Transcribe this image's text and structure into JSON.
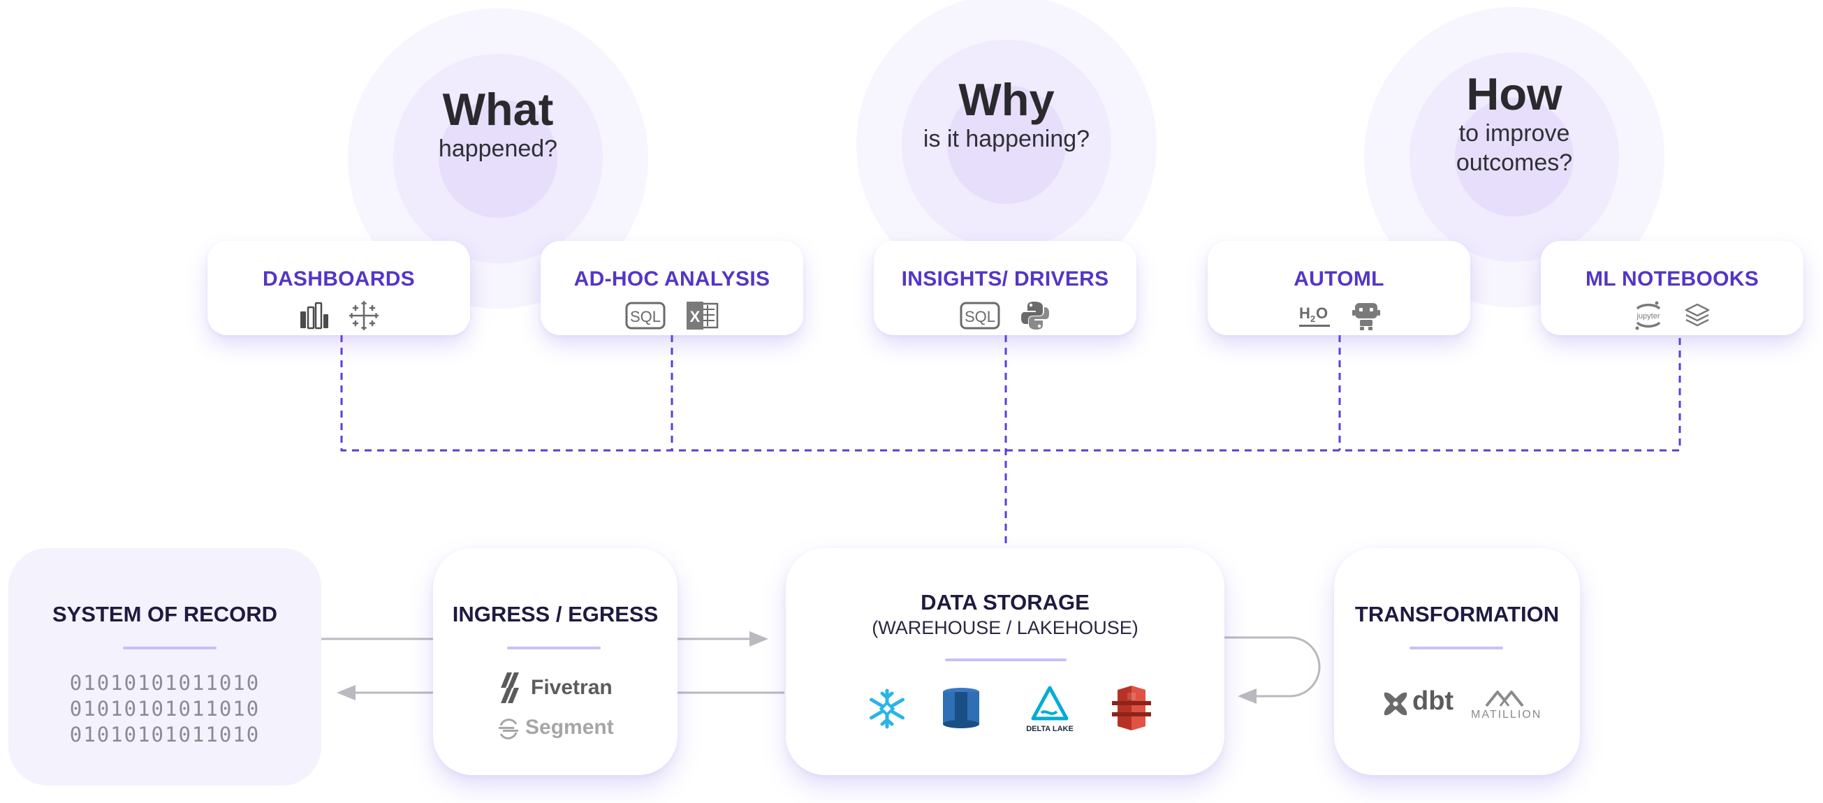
{
  "questions": [
    {
      "title": "What",
      "subtitle": "happened?"
    },
    {
      "title": "Why",
      "subtitle": "is it happening?"
    },
    {
      "title": "How",
      "subtitle_line1": "to improve",
      "subtitle_line2": "outcomes?"
    }
  ],
  "tools": [
    {
      "label": "DASHBOARDS",
      "icons": [
        "power-bi-icon",
        "tableau-icon"
      ]
    },
    {
      "label": "AD-HOC ANALYSIS",
      "icons": [
        "sql-icon",
        "excel-icon"
      ],
      "icon_text": [
        "SQL",
        "X"
      ]
    },
    {
      "label": "INSIGHTS/ DRIVERS",
      "icons": [
        "sql-icon",
        "python-icon"
      ],
      "icon_text": [
        "SQL"
      ]
    },
    {
      "label": "AUTOML",
      "icons": [
        "h2o-icon",
        "robot-icon"
      ],
      "icon_text": [
        "H",
        "2",
        "O"
      ]
    },
    {
      "label": "ML NOTEBOOKS",
      "icons": [
        "jupyter-icon",
        "layers-icon"
      ],
      "icon_text": [
        "jupyter"
      ]
    }
  ],
  "system_of_record": {
    "title": "SYSTEM OF RECORD",
    "binary": [
      "01010101011010",
      "01010101011010",
      "01010101011010"
    ]
  },
  "ingress_egress": {
    "title": "INGRESS / EGRESS",
    "logos": [
      "Fivetran",
      "Segment"
    ]
  },
  "data_storage": {
    "title": "DATA STORAGE",
    "subtitle": "(WAREHOUSE / LAKEHOUSE)",
    "logos": [
      "snowflake-icon",
      "redshift-icon",
      "delta-lake-icon",
      "s3-icon"
    ],
    "delta_lake_label": "DELTA LAKE"
  },
  "transformation": {
    "title": "TRANSFORMATION",
    "logos": [
      "dbt",
      "MATILLION"
    ]
  },
  "colors": {
    "accent": "#5236c8",
    "connector": "#5a3ddb",
    "arrow": "#b9b9c0",
    "circle_outer": "#f7f5fd",
    "circle_mid": "#f0ebfd",
    "circle_inner": "#e7defb"
  }
}
